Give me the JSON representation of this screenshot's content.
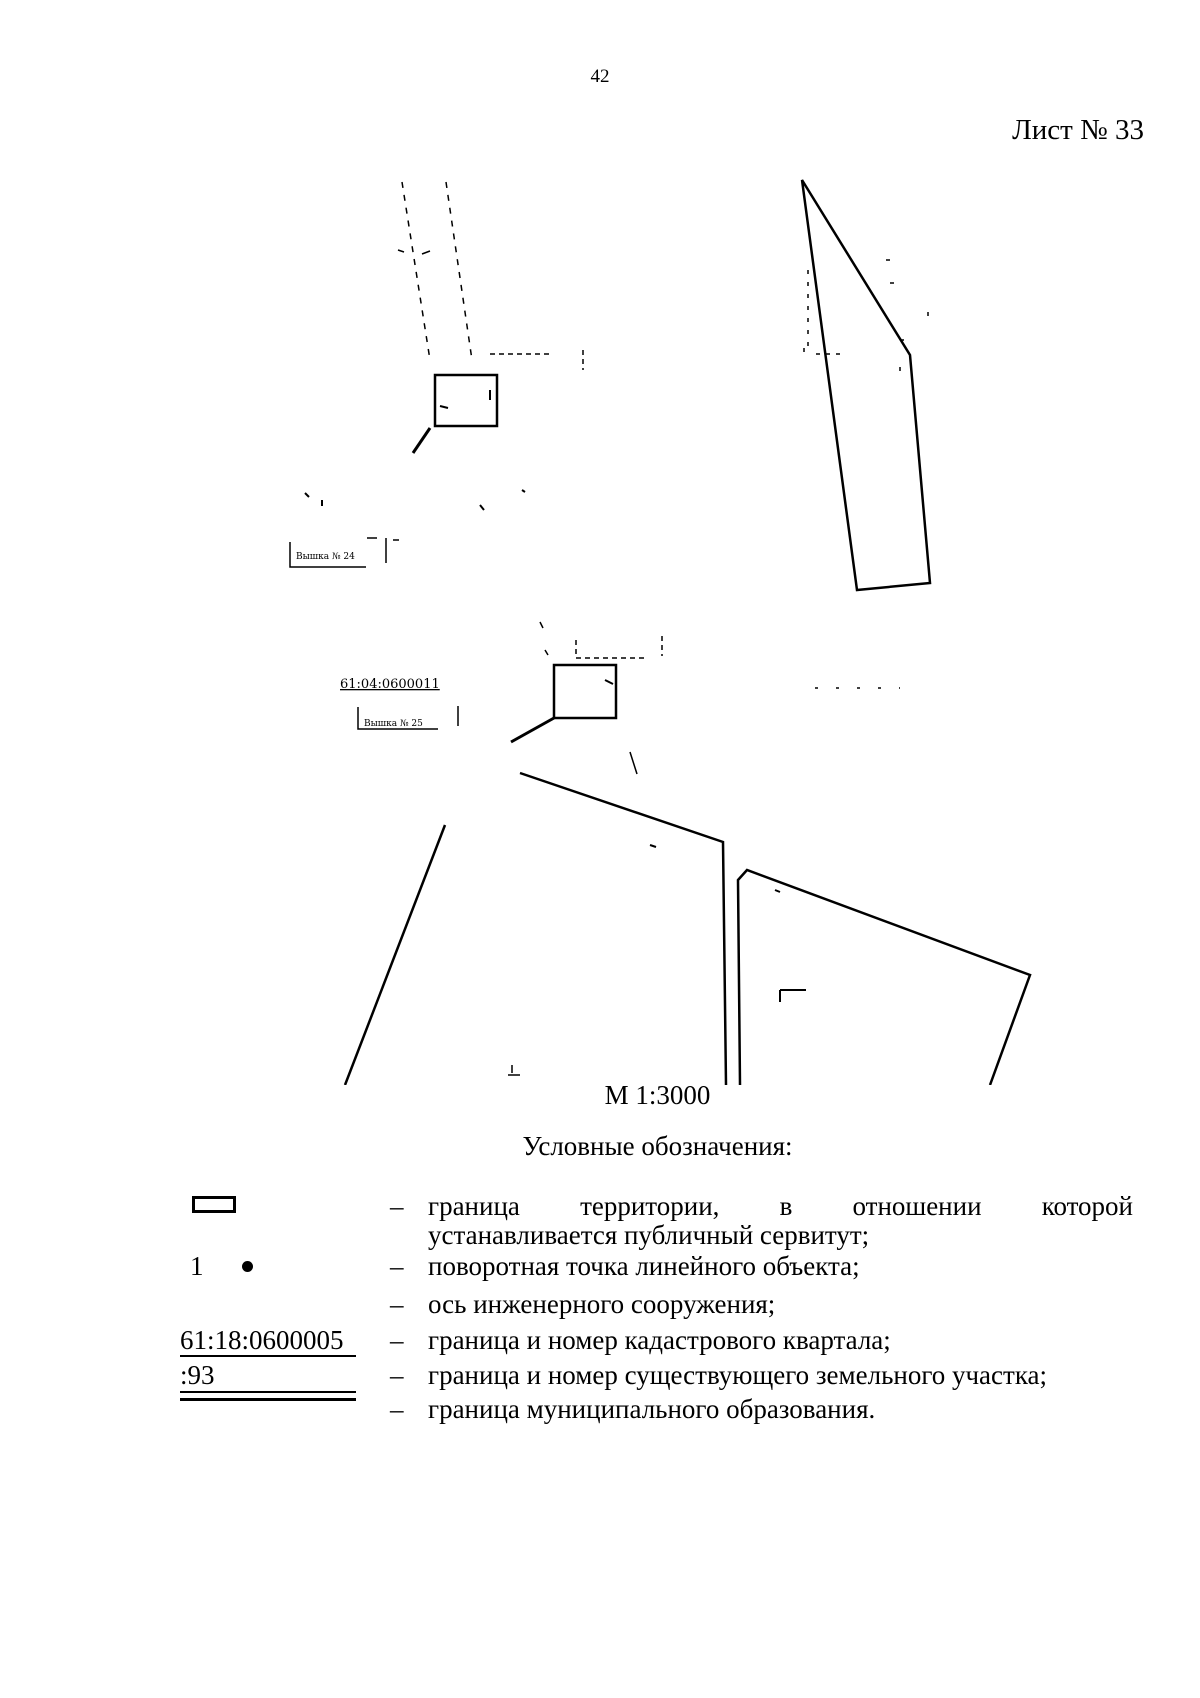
{
  "page": {
    "number": "42",
    "sheet": "Лист № 33"
  },
  "map": {
    "labels": {
      "kvartal": "61:04:0600011",
      "vyshka_24": "Вышка № 24",
      "vyshka_25": "Вышка № 25"
    }
  },
  "scale": "М 1:3000",
  "legend": {
    "title": "Условные обозначения:",
    "dash": "–",
    "items": [
      {
        "desc_line1": "граница территории, в отношении которой",
        "desc_line2": "устанавливается публичный сервитут;"
      },
      {
        "symbol_text": "1",
        "desc": "поворотная точка линейного объекта;"
      },
      {
        "desc": "ось инженерного сооружения;"
      },
      {
        "symbol_text": "61:18:0600005",
        "desc": "граница и номер кадастрового квартала;"
      },
      {
        "symbol_text": ":93",
        "desc": "граница и номер существующего земельного участка;"
      },
      {
        "desc": "граница муниципального образования."
      }
    ]
  }
}
